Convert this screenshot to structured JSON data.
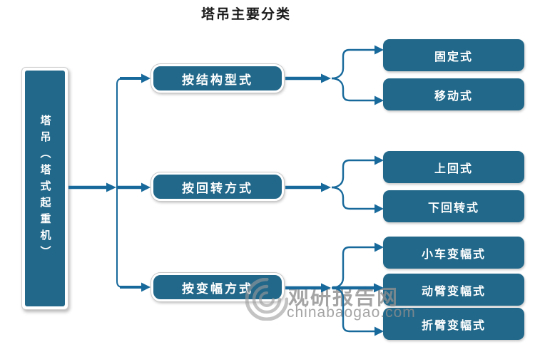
{
  "title": "塔吊主要分类",
  "root": {
    "label": "塔吊（塔式起重机）"
  },
  "categories": [
    {
      "label": "按结构型式",
      "children": [
        "固定式",
        "移动式"
      ]
    },
    {
      "label": "按回转方式",
      "children": [
        "上回式",
        "下回转式"
      ]
    },
    {
      "label": "按变幅方式",
      "children": [
        "小车变幅式",
        "动臂变幅式",
        "折臂变幅式"
      ]
    }
  ],
  "watermark": {
    "logo": "swirl-logo",
    "site_name": "观研报告网",
    "domain": "chinabaogao.com"
  },
  "colors": {
    "box_fill": "#21688A",
    "arrow": "#17699B",
    "box_text": "#FFFFFF",
    "watermark_gray": "#8E8E8E",
    "title_color": "#1A1A1A"
  }
}
